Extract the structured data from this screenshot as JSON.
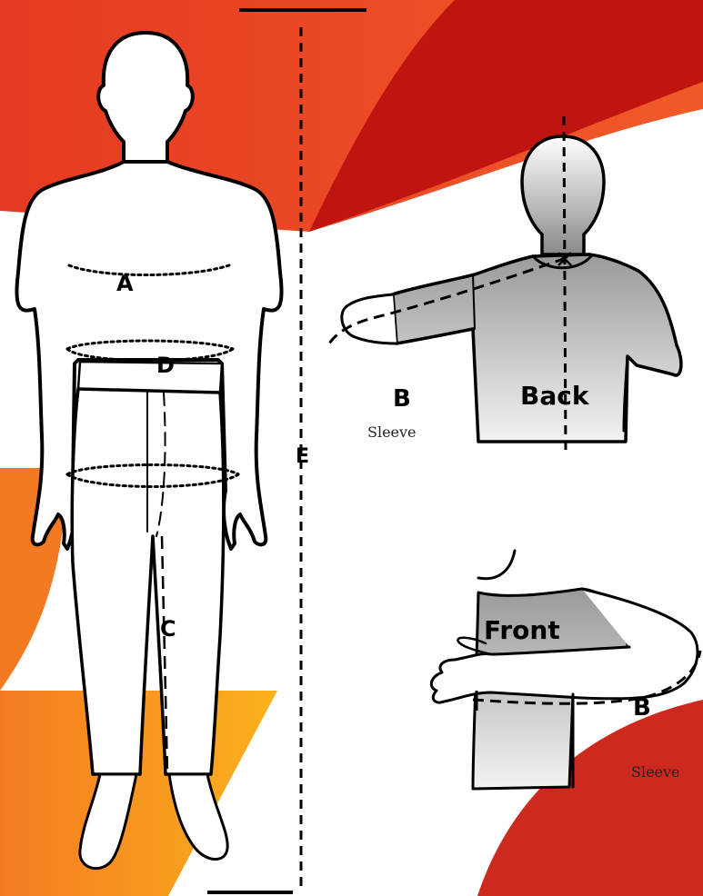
{
  "colors": {
    "red_dark": "#c0150f",
    "red": "#e23a22",
    "orange": "#f26a24",
    "yellow": "#fbb21c",
    "shirt_gray": "#c8c8c8",
    "line": "#000000"
  },
  "labels": {
    "a": "A",
    "b_back": "B",
    "b_front": "B",
    "c": "C",
    "d": "D",
    "e": "E",
    "back": "Back",
    "front": "Front",
    "sleeve_back": "Sleeve",
    "sleeve_front": "Sleeve"
  }
}
